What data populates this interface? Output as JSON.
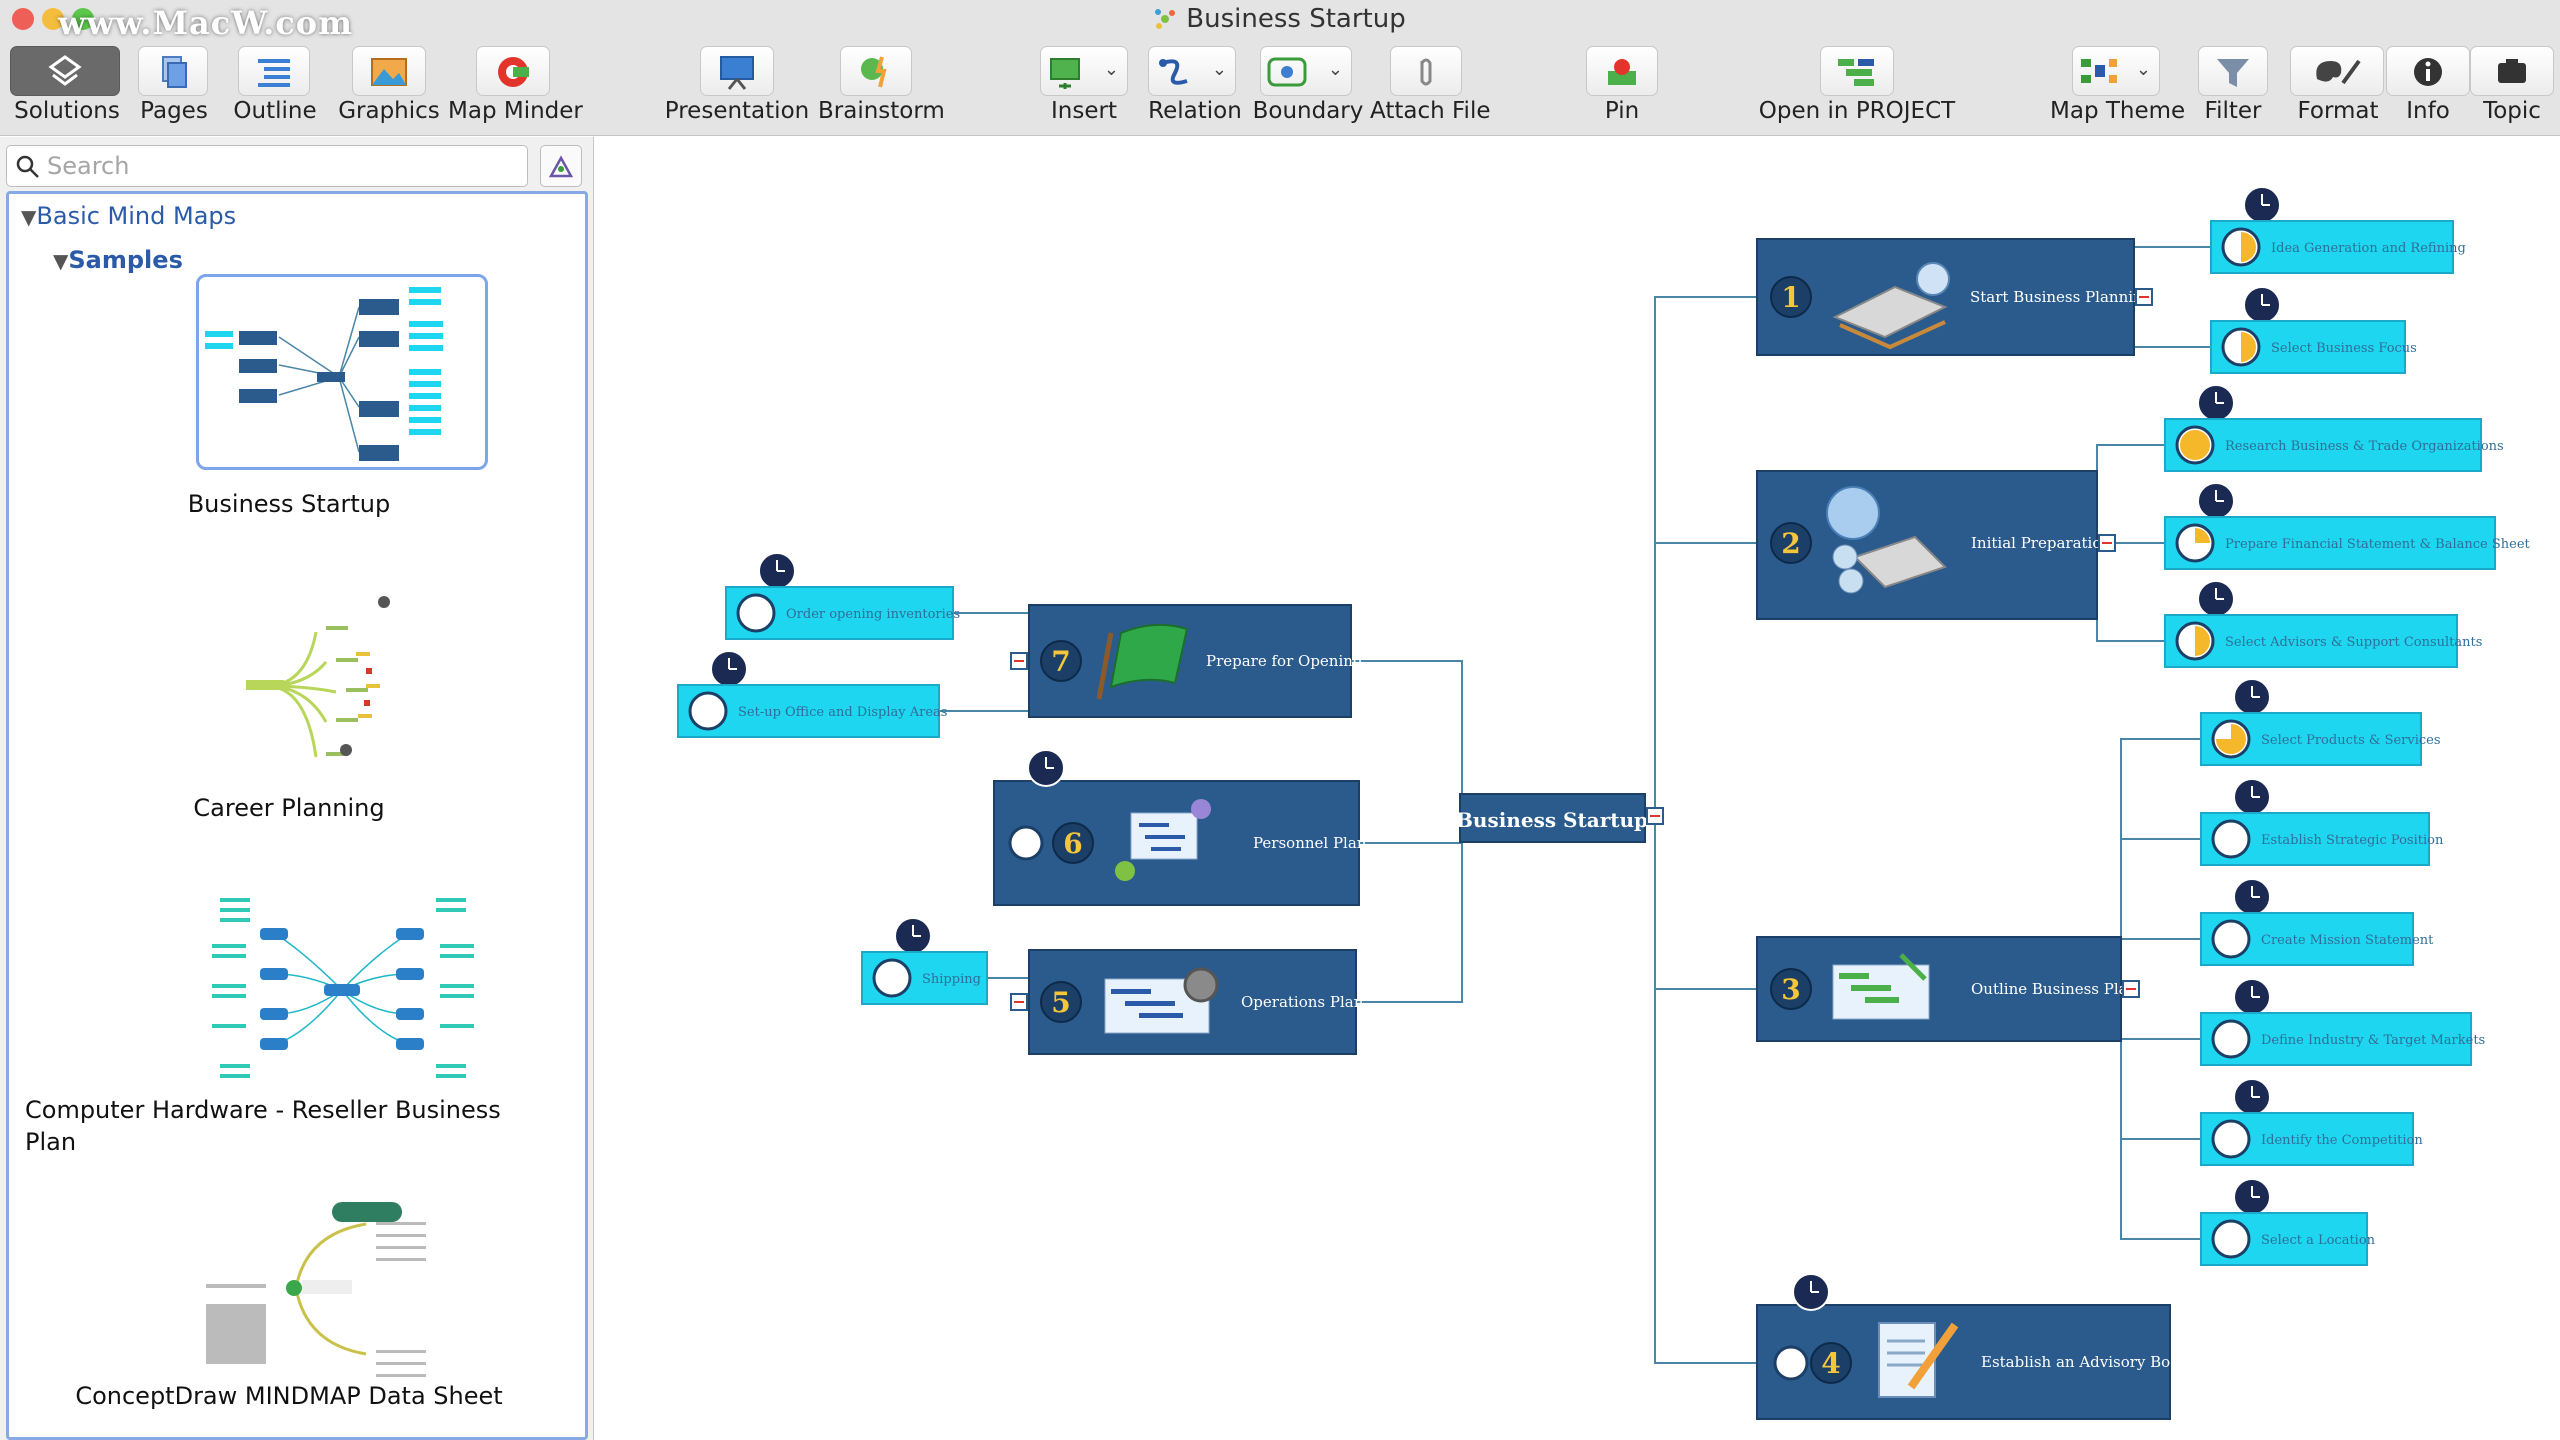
{
  "window": {
    "title": "Business Startup",
    "watermark": "www.MacW.com"
  },
  "colors": {
    "node_fill": "#2a5b8c",
    "leaf_fill": "#1fd6f0",
    "connector": "#4a86a8",
    "sidebar_accent": "#2b5aa8"
  },
  "toolbar": {
    "solutions": "Solutions",
    "pages": "Pages",
    "outline": "Outline",
    "graphics": "Graphics",
    "map_minder": "Map Minder",
    "presentation": "Presentation",
    "brainstorm": "Brainstorm",
    "insert": "Insert",
    "relation": "Relation",
    "boundary": "Boundary",
    "attach_file": "Attach File",
    "pin": "Pin",
    "open_in_project": "Open in PROJECT",
    "map_theme": "Map Theme",
    "filter": "Filter",
    "format": "Format",
    "info": "Info",
    "topic": "Topic"
  },
  "sidebar": {
    "search_placeholder": "Search",
    "tree_root": "Basic Mind Maps",
    "tree_sub": "Samples",
    "items": [
      {
        "label": "Business Startup",
        "selected": true
      },
      {
        "label": "Career Planning"
      },
      {
        "label": "Computer Hardware - Reseller Business Plan"
      },
      {
        "label": "ConceptDraw MINDMAP Data Sheet"
      }
    ]
  },
  "mindmap": {
    "root": "Business Startup",
    "topics": [
      {
        "num": "1",
        "label": "Start Business Planning",
        "icon": "calculator-icon",
        "children": [
          "Idea Generation and Refining",
          "Select Business Focus"
        ],
        "progress": [
          0.5,
          0.5
        ]
      },
      {
        "num": "2",
        "label": "Initial Preparation",
        "icon": "calculator-clock-icon",
        "children": [
          "Research Business & Trade Organizations",
          "Prepare Financial Statement & Balance Sheet",
          "Select Advisors & Support Consultants"
        ],
        "progress": [
          1.0,
          0.25,
          0.5
        ]
      },
      {
        "num": "3",
        "label": "Outline Business Plan",
        "icon": "gantt-icon",
        "children": [
          "Select Products & Services",
          "Establish Strategic Position",
          "Create Mission Statement",
          "Define Industry & Target Markets",
          "Identify the Competition",
          "Select a Location"
        ],
        "progress": [
          0.75,
          0,
          0,
          0,
          0,
          0
        ]
      },
      {
        "num": "4",
        "label": "Establish an Advisory Board",
        "icon": "document-pen-icon",
        "children": []
      },
      {
        "num": "5",
        "label": "Operations Plan",
        "icon": "gantt-gear-icon",
        "children": [
          "Shipping"
        ],
        "progress": [
          0
        ]
      },
      {
        "num": "6",
        "label": "Personnel Plan",
        "icon": "people-chart-icon",
        "children": []
      },
      {
        "num": "7",
        "label": "Prepare for Opening",
        "icon": "flag-icon",
        "children": [
          "Order opening inventories",
          "Set-up Office and Display Areas"
        ],
        "progress": [
          0,
          0
        ]
      }
    ]
  }
}
